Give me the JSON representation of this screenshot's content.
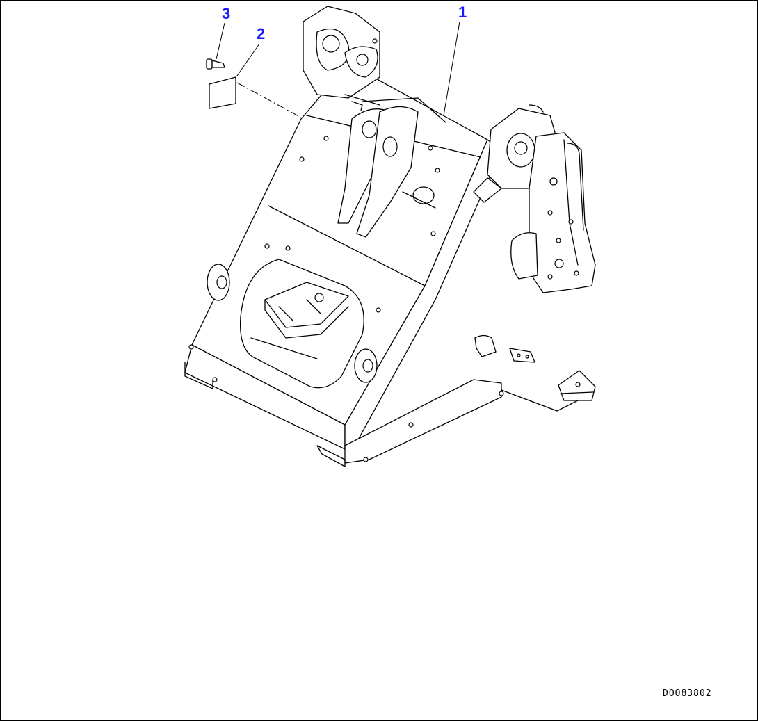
{
  "callouts": [
    {
      "id": "part-1",
      "label": "1"
    },
    {
      "id": "part-2",
      "label": "2"
    },
    {
      "id": "part-3",
      "label": "3"
    }
  ],
  "drawing_code": "DOO83802",
  "colors": {
    "callout": "#1a1aff",
    "line": "#000000",
    "background": "#ffffff"
  }
}
